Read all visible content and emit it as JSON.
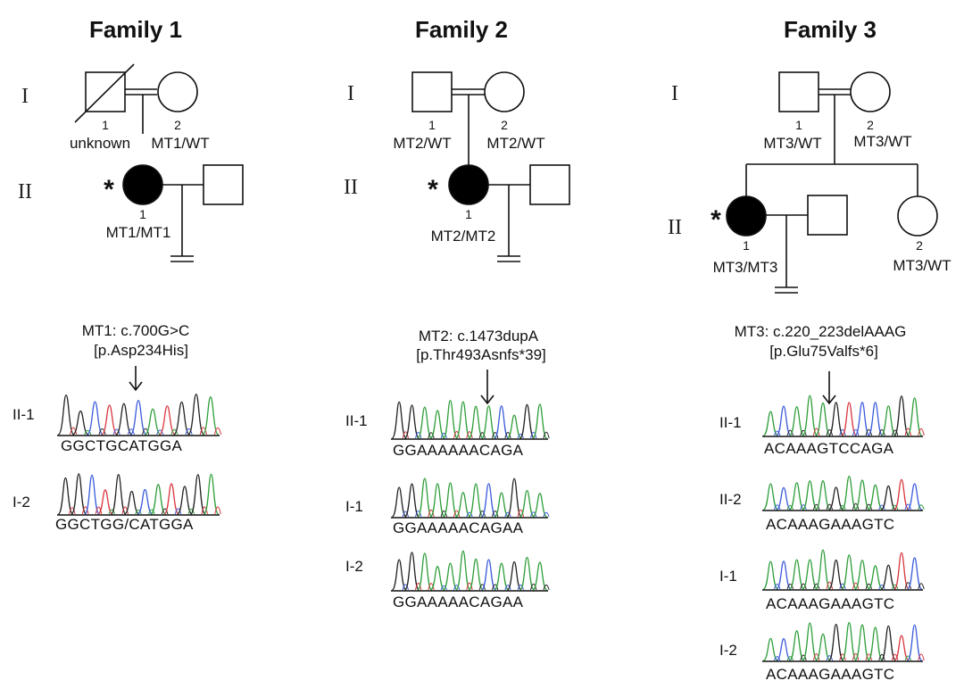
{
  "families": [
    {
      "title": "Family 1",
      "gen_labels": [
        "I",
        "II"
      ],
      "people": [
        {
          "id": "1",
          "genotype": "unknown",
          "sex": "male",
          "affected": false,
          "deceased": true
        },
        {
          "id": "2",
          "genotype": "MT1/WT",
          "sex": "female",
          "affected": false
        },
        {
          "id": "1",
          "genotype": "MT1/MT1",
          "sex": "female",
          "affected": true,
          "proband": true
        },
        {
          "sex": "male",
          "affected": false
        }
      ],
      "proband_mark": "*",
      "mutation": {
        "cdna": "MT1: c.700G>C",
        "protein": "[p.Asp234His]"
      },
      "traces": [
        {
          "label": "II-1",
          "sequence": "GGCTGCATGGA"
        },
        {
          "label": "I-2",
          "sequence": "GGCTGG/CATGGA"
        }
      ]
    },
    {
      "title": "Family 2",
      "gen_labels": [
        "I",
        "II"
      ],
      "people": [
        {
          "id": "1",
          "genotype": "MT2/WT",
          "sex": "male",
          "affected": false
        },
        {
          "id": "2",
          "genotype": "MT2/WT",
          "sex": "female",
          "affected": false
        },
        {
          "id": "1",
          "genotype": "MT2/MT2",
          "sex": "female",
          "affected": true,
          "proband": true
        },
        {
          "sex": "male",
          "affected": false
        }
      ],
      "proband_mark": "*",
      "mutation": {
        "cdna": "MT2: c.1473dupA",
        "protein": "[p.Thr493Asnfs*39]"
      },
      "traces": [
        {
          "label": "II-1",
          "sequence": "GGAAAAAACAGA"
        },
        {
          "label": "I-1",
          "sequence": "GGAAAAACAGAA"
        },
        {
          "label": "I-2",
          "sequence": "GGAAAAACAGAA"
        }
      ]
    },
    {
      "title": "Family 3",
      "gen_labels": [
        "I",
        "II"
      ],
      "people": [
        {
          "id": "1",
          "genotype": "MT3/WT",
          "sex": "male",
          "affected": false
        },
        {
          "id": "2",
          "genotype": "MT3/WT",
          "sex": "female",
          "affected": false
        },
        {
          "id": "1",
          "genotype": "MT3/MT3",
          "sex": "female",
          "affected": true,
          "proband": true
        },
        {
          "sex": "male",
          "affected": false
        },
        {
          "id": "2",
          "genotype": "MT3/WT",
          "sex": "female",
          "affected": false
        }
      ],
      "proband_mark": "*",
      "mutation": {
        "cdna": "MT3: c.220_223delAAAG",
        "protein": "[p.Glu75Valfs*6]"
      },
      "traces": [
        {
          "label": "II-1",
          "sequence": "ACAAAGTCCAGA"
        },
        {
          "label": "II-2",
          "sequence": "ACAAAGAAAGTC"
        },
        {
          "label": "I-1",
          "sequence": "ACAAAGAAAGTC"
        },
        {
          "label": "I-2",
          "sequence": "ACAAAGAAAGTC"
        }
      ]
    }
  ],
  "colors": {
    "A": "#2e9e3a",
    "C": "#3b5bdb",
    "G": "#222222",
    "T": "#d9363e"
  }
}
